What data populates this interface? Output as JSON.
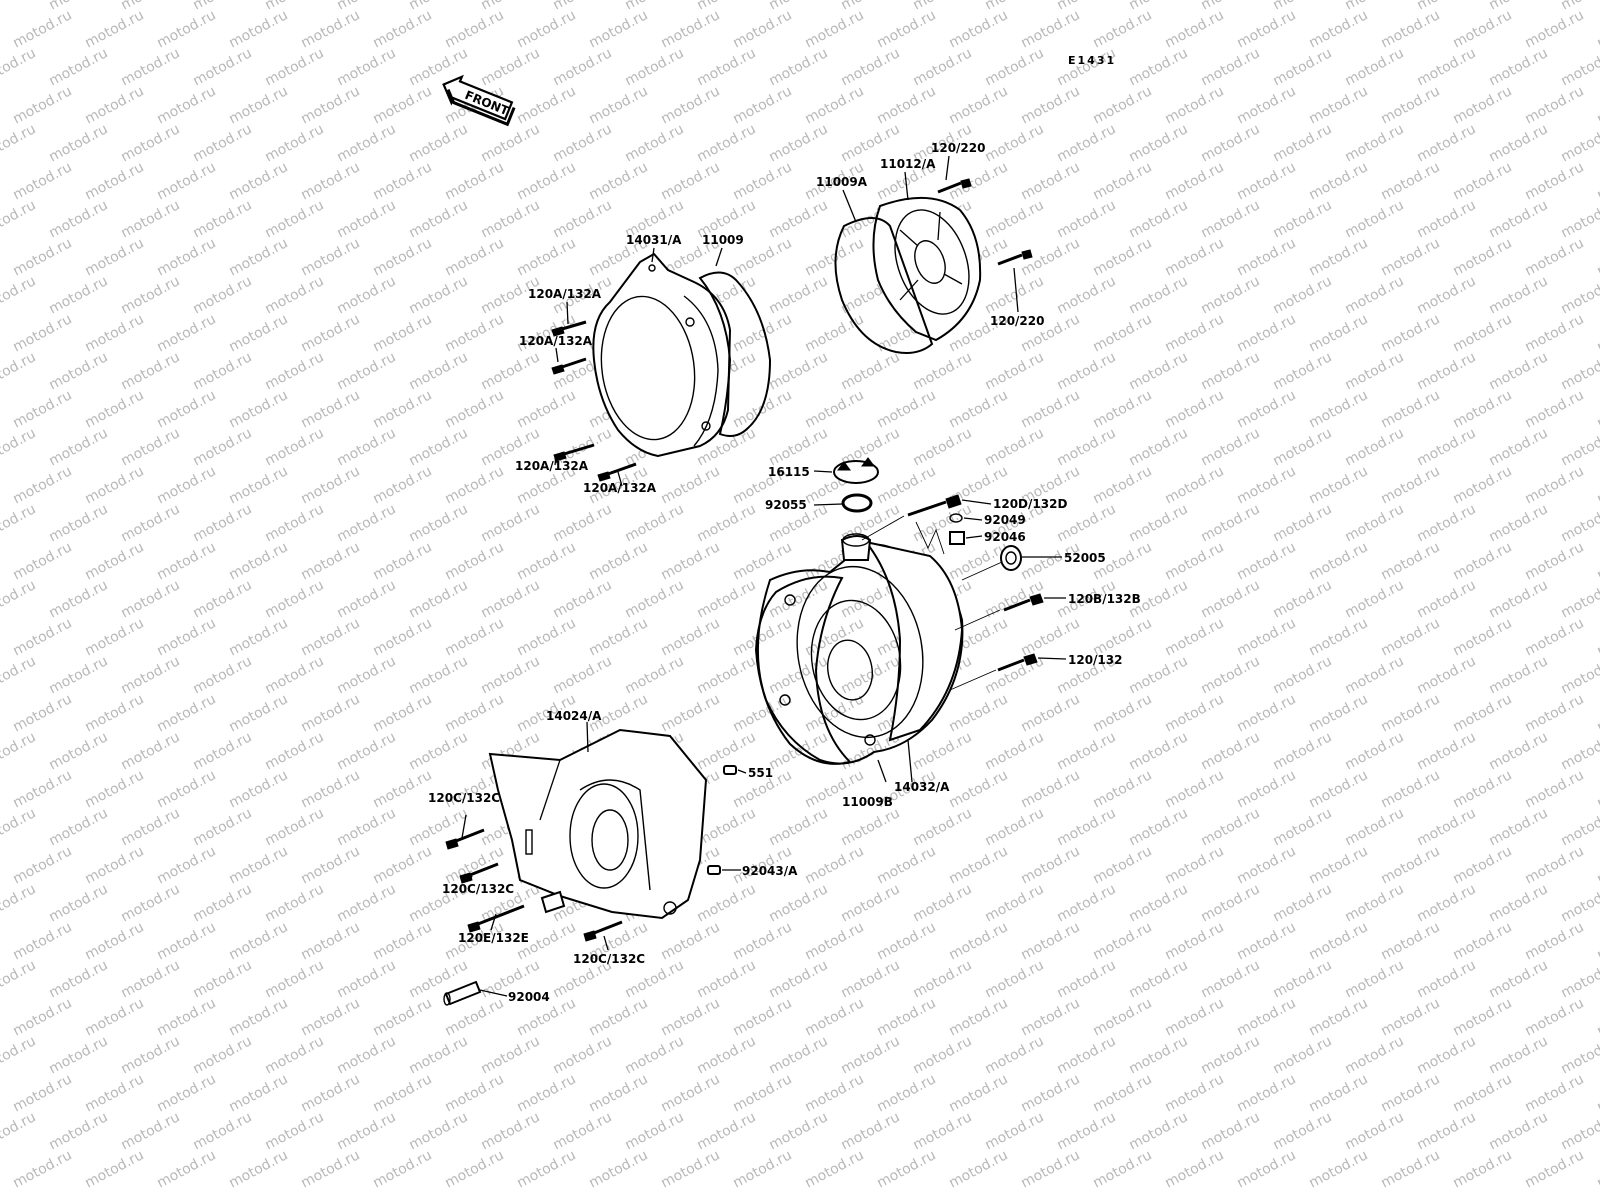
{
  "diagram": {
    "code": "E1431",
    "direction": "FRONT",
    "watermark": "motod.ru",
    "part_labels": [
      "120/220",
      "11012/A",
      "11009A",
      "120/220",
      "14031/A",
      "11009",
      "120A/132A",
      "120A/132A",
      "120A/132A",
      "120A/132A",
      "16115",
      "92055",
      "120D/132D",
      "92049",
      "92046",
      "52005",
      "120B/132B",
      "120/132",
      "14024/A",
      "551",
      "120C/132C",
      "120C/132C",
      "92043/A",
      "120E/132E",
      "120C/132C",
      "92004",
      "11009B",
      "14032/A"
    ]
  },
  "colors": {
    "ink": "#000000",
    "paper": "#ffffff",
    "watermark": "#b8b8b8"
  }
}
